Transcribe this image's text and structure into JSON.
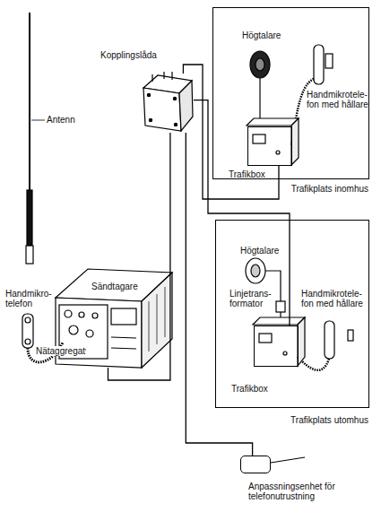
{
  "diagram": {
    "nodes": [
      {
        "text": [
          "Trafikplats inomhus"
        ]
      },
      {
        "text": [
          "Trafikbox"
        ],
        "in": 0
      },
      {
        "text": [
          "Kopplingslåda"
        ]
      },
      {
        "text": [
          "Trafikplats utomhus"
        ]
      },
      {
        "text": [
          "Trafikbox"
        ],
        "in": 3
      },
      {
        "text": [
          "Sändtagare"
        ]
      },
      {
        "text": [
          "Anpassningsenhet för telefonutrustning"
        ]
      }
    ],
    "edges": [
      {
        "from": 2,
        "to": 1,
        "arrow": "none"
      },
      {
        "from": 2,
        "to": 4,
        "arrow": "none"
      },
      {
        "from": 2,
        "to": 5,
        "arrow": "none"
      },
      {
        "from": 2,
        "to": 6,
        "arrow": "none"
      }
    ],
    "labels": [
      "Antenn",
      "Handmikro- telefon",
      "Nätaggregat",
      "Högtalare",
      "Handmikrotele- fon med hållare",
      "Högtalare",
      "Linjetrans- formator",
      "Handmikrotele- fon med hållare"
    ]
  }
}
